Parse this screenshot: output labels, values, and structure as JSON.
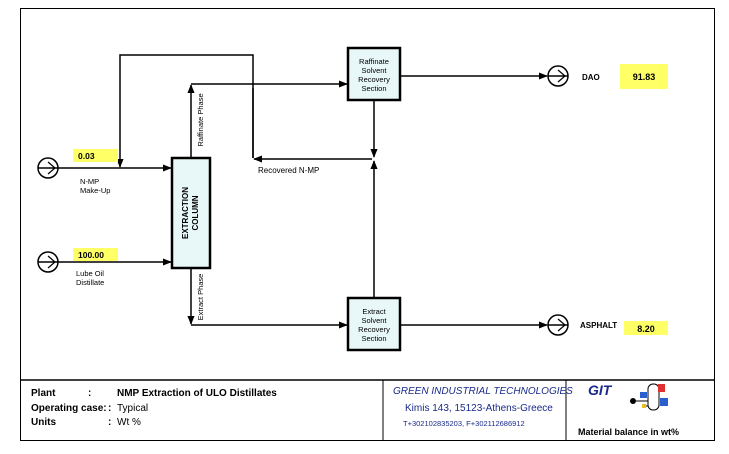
{
  "streams": {
    "nmp_makeup": {
      "value": "0.03",
      "label_line1": "N-MP",
      "label_line2": "Make-Up"
    },
    "lube_oil": {
      "value": "100.00",
      "label_line1": "Lube Oil",
      "label_line2": "Distillate"
    },
    "dao": {
      "value": "91.83",
      "label": "DAO"
    },
    "asphalt": {
      "value": "8.20",
      "label": "ASPHALT"
    }
  },
  "units": {
    "extraction_column": {
      "line1": "EXTRACTION",
      "line2": "COLUMN"
    },
    "raffinate_recovery": {
      "line1": "Raffinate",
      "line2": "Solvent",
      "line3": "Recovery",
      "line4": "Section"
    },
    "extract_recovery": {
      "line1": "Extract",
      "line2": "Solvent",
      "line3": "Recovery",
      "line4": "Section"
    }
  },
  "labels": {
    "raffinate_phase": "Raffinate Phase",
    "extract_phase": "Extract Phase",
    "recovered_nmp": "Recovered N-MP"
  },
  "footer": {
    "plant_label": "Plant",
    "plant_value": "NMP Extraction of ULO Distillates",
    "case_label": "Operating case:",
    "case_value": "Typical",
    "units_label": "Units",
    "units_value": "Wt %",
    "colon": ":",
    "company_name": "GREEN INDUSTRIAL TECHNOLOGIES",
    "company_address": "Kimis 143, 15123-Athens-Greece",
    "company_phone": "T+302102835203, F+302112686912",
    "logo_text": "GIT",
    "caption": "Material balance in wt%"
  },
  "colors": {
    "value_box": "#ffff66",
    "unit_box": "#e8f8f8",
    "company_text": "#1a2a8a"
  }
}
